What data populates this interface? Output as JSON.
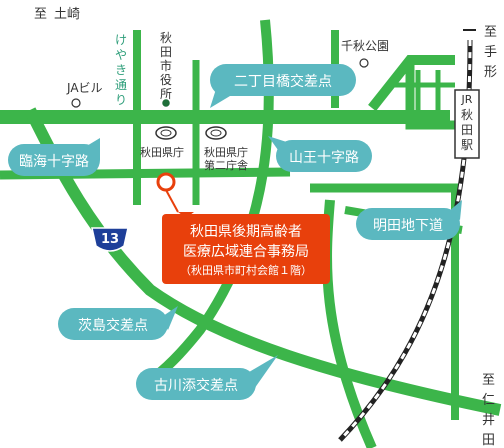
{
  "directions": {
    "north_west": {
      "prefix": "至",
      "place": "土崎"
    },
    "north_east": {
      "prefix": "至",
      "place_1": "手",
      "place_2": "形"
    },
    "south_east": {
      "prefix": "至",
      "place_1": "仁",
      "place_2": "井",
      "place_3": "田"
    }
  },
  "landmarks": {
    "keyaki_street": [
      "け",
      "や",
      "き",
      "通",
      "り"
    ],
    "city_hall": [
      "秋",
      "田",
      "市",
      "役",
      "所"
    ],
    "ja_building": "JAビル",
    "senshu_park": "千秋公園",
    "pref_office": "秋田県庁",
    "pref_office_2_line1": "秋田県庁",
    "pref_office_2_line2": "第二庁舎"
  },
  "station": {
    "label_jr": "JR",
    "label_chars": [
      "秋",
      "田",
      "駅"
    ]
  },
  "route": {
    "number": "13"
  },
  "intersections": {
    "nichome": "二丁目橋交差点",
    "rinkai": "臨海十字路",
    "sanno": "山王十字路",
    "meiden": "明田地下道",
    "ibarajima": "茨島交差点",
    "furukawa": "古川添交差点"
  },
  "destination": {
    "line1": "秋田県後期高齢者",
    "line2": "医療広域連合事務局",
    "line3": "（秋田県市町村会館１階）"
  },
  "colors": {
    "road": "#3cb54a",
    "bubble": "#5bb8c0",
    "destination": "#e8400c",
    "marker": "#e8400c",
    "text": "#333333",
    "rail_dark": "#222222"
  }
}
